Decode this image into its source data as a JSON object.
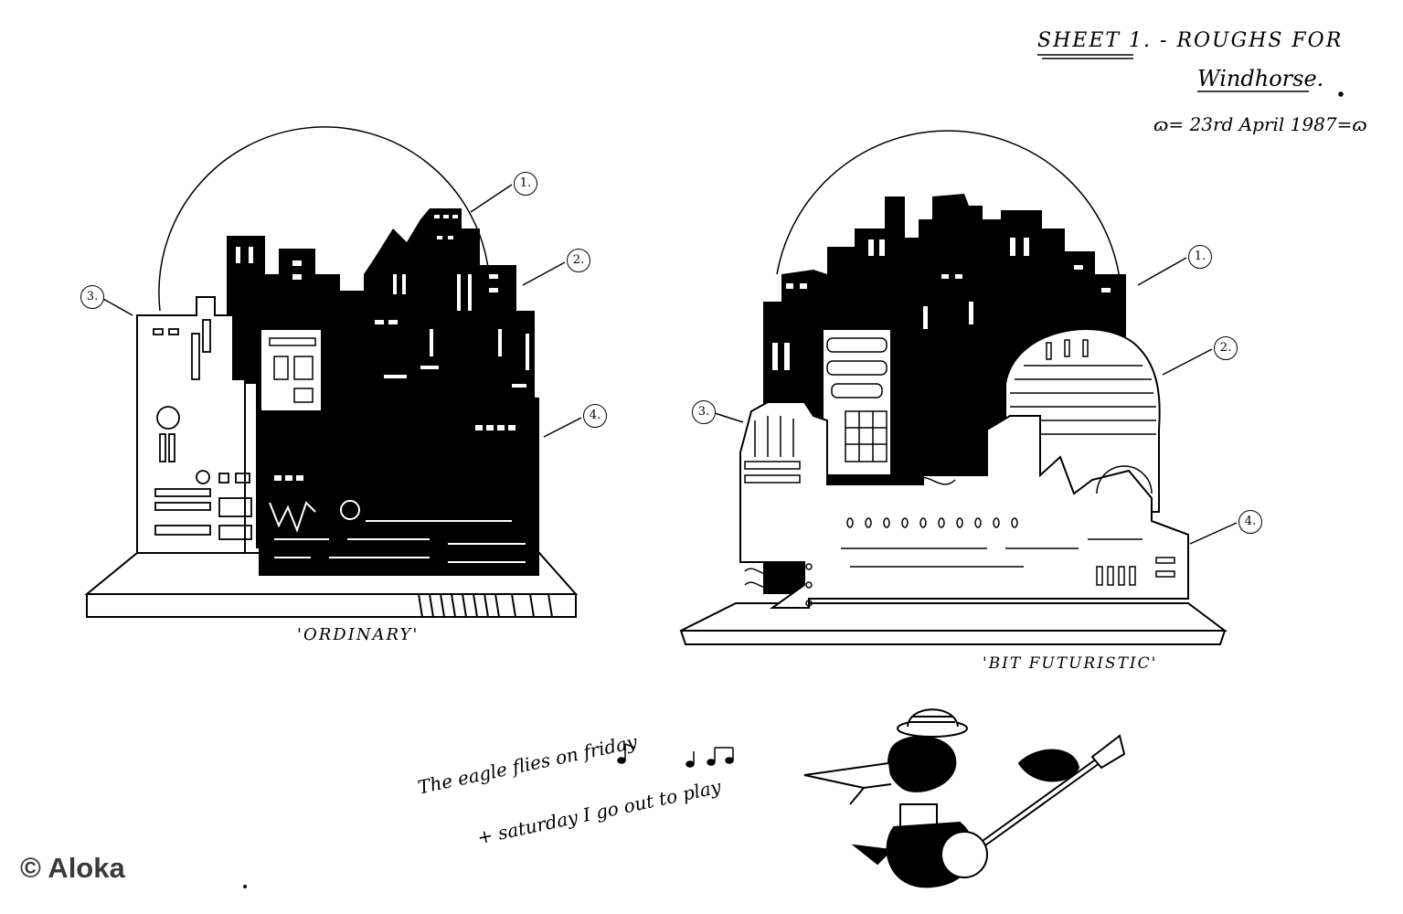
{
  "title": {
    "line1": "Sheet 1. - Roughs for",
    "line2": "Windhorse.",
    "date": "ɷ= 23rd April 1987=ɷ"
  },
  "sketches": [
    {
      "caption": "'Ordinary'",
      "callouts": [
        "1.",
        "2.",
        "3.",
        "4."
      ]
    },
    {
      "caption": "'Bit Futuristic'",
      "callouts": [
        "1.",
        "2.",
        "3.",
        "4."
      ]
    }
  ],
  "lyrics": {
    "line1": "The eagle flies on friday",
    "line2": "+ saturday I go out to play"
  },
  "watermark": "© Aloka"
}
